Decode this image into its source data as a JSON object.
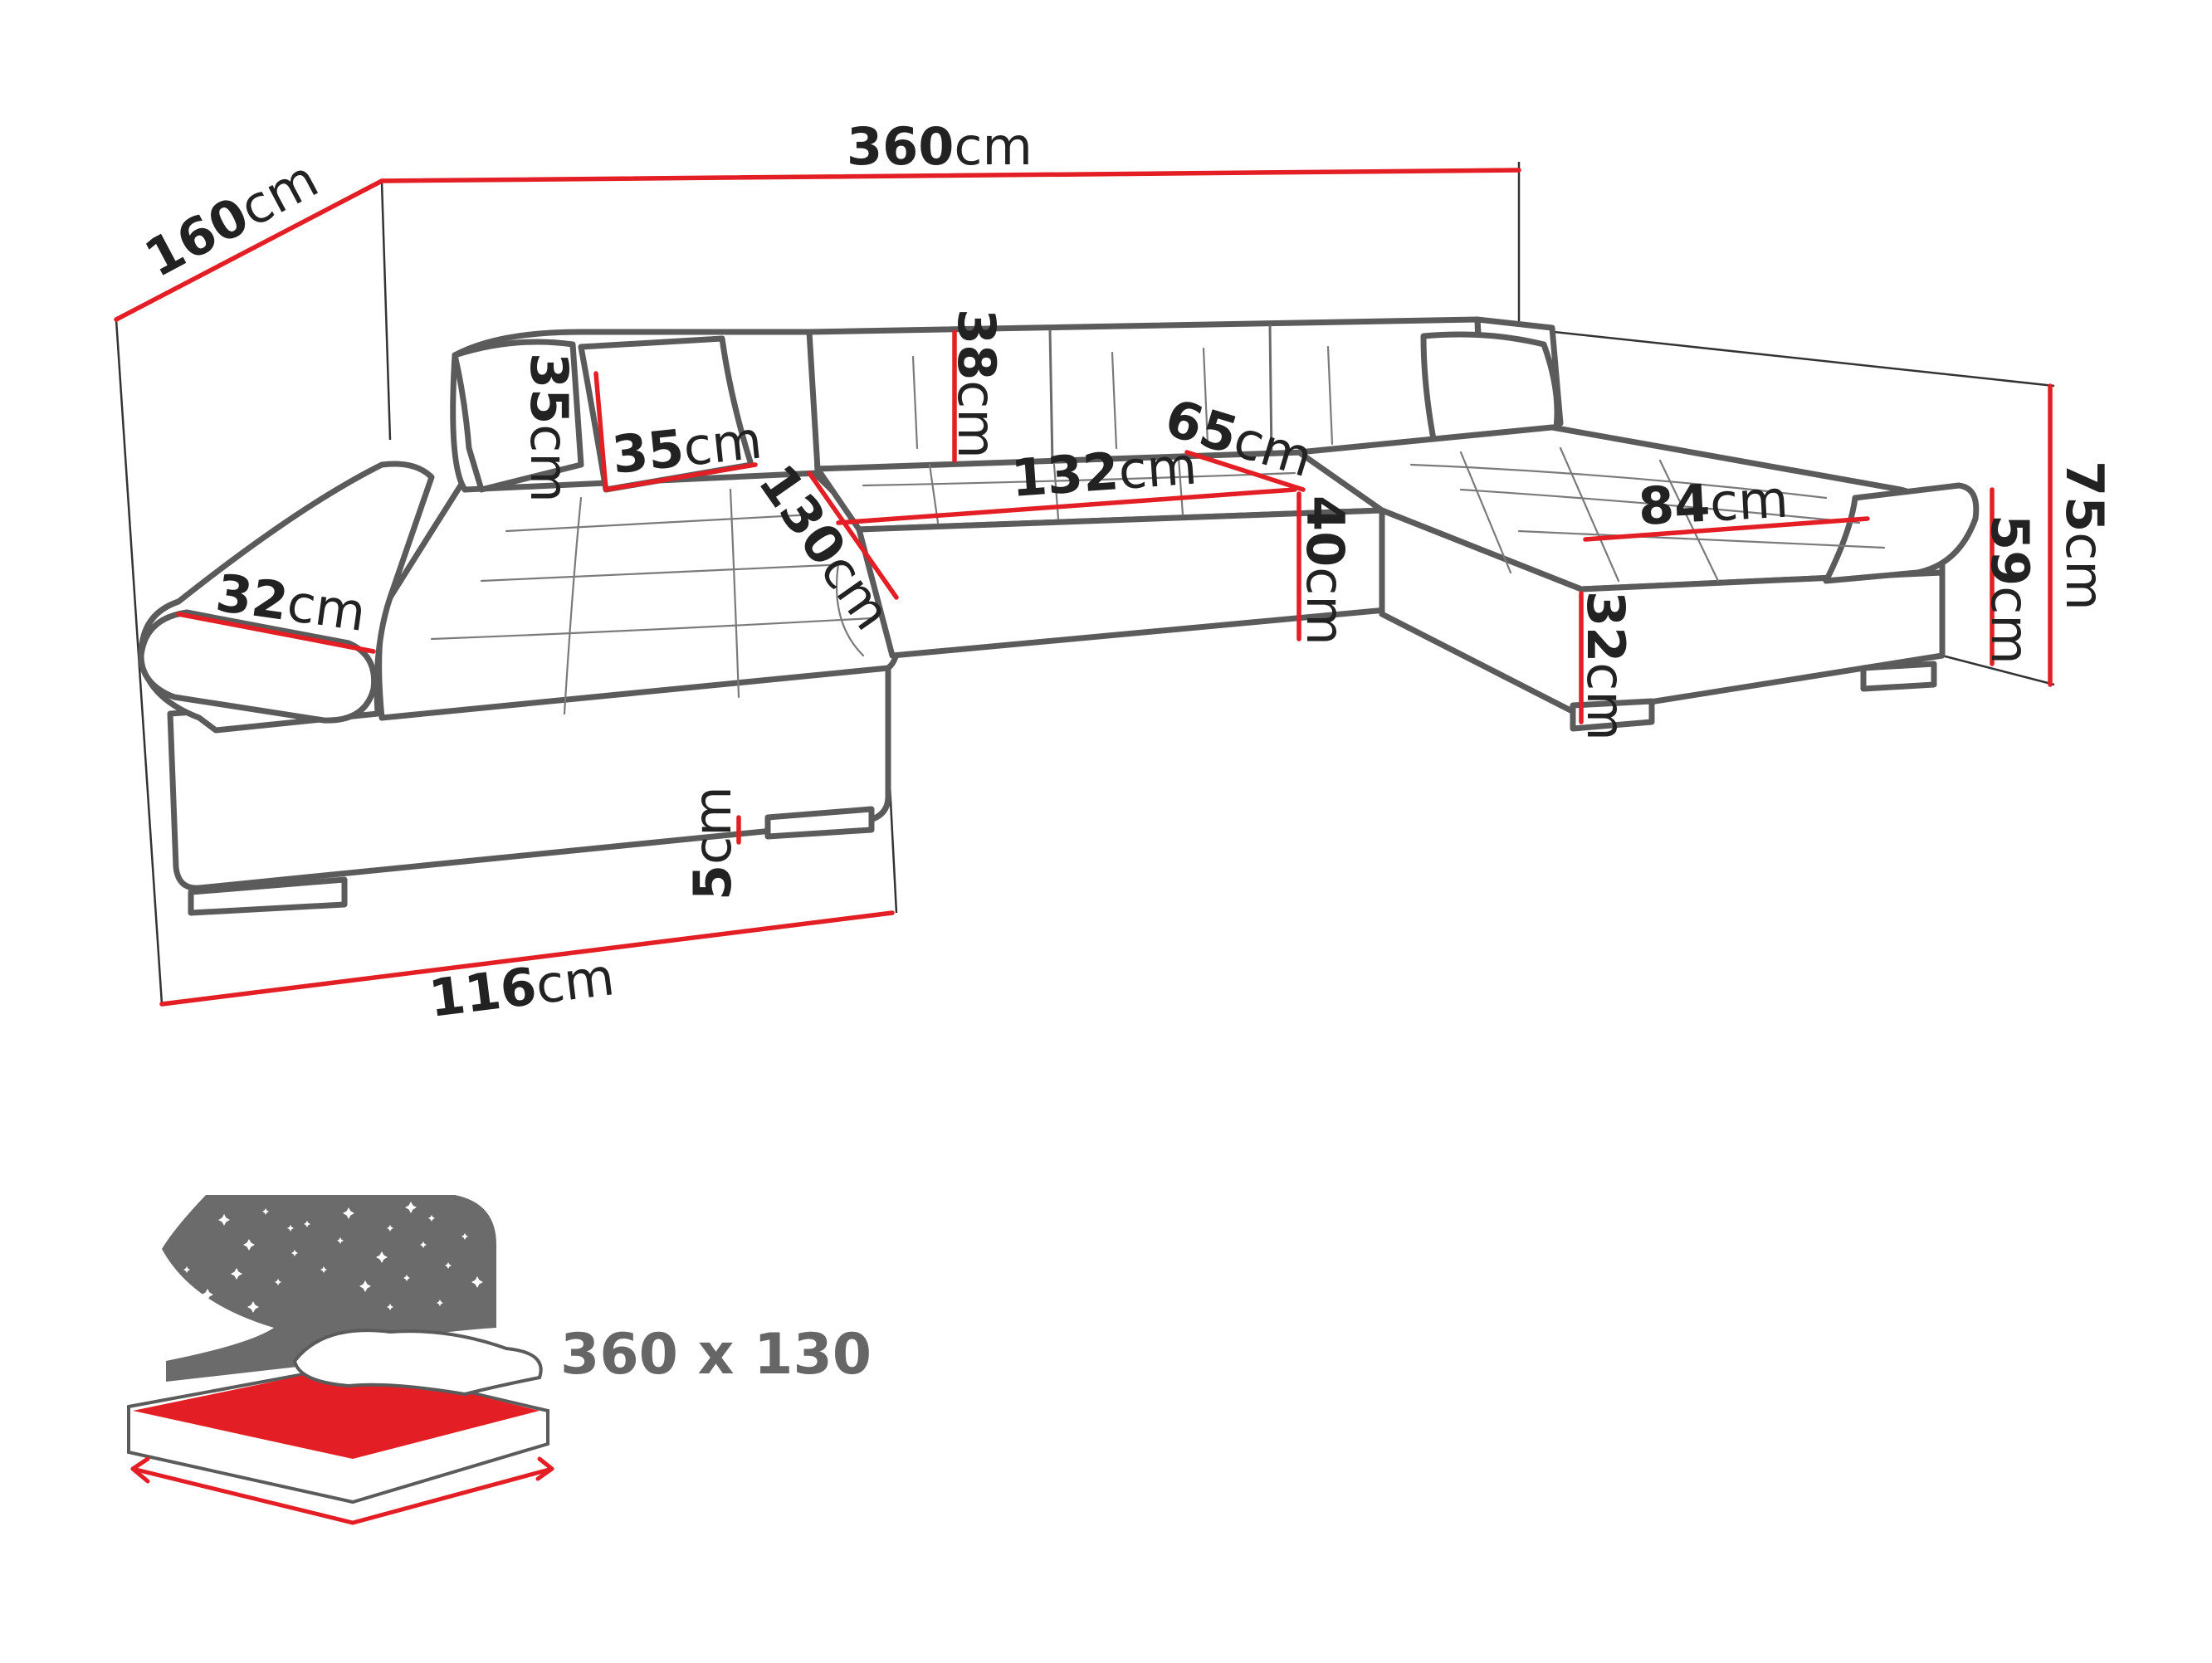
{
  "colors": {
    "dimension_line": "#e31e24",
    "outline": "#5b5b5b",
    "label_text": "#222222",
    "bed_panel": "#6b6b6b",
    "bed_mattress": "#e31e24",
    "bed_text": "#666666"
  },
  "dimensions": {
    "width": {
      "value": "360",
      "unit": "cm"
    },
    "depth": {
      "value": "160",
      "unit": "cm"
    },
    "left_length": {
      "value": "116",
      "unit": "cm"
    },
    "total_height": {
      "value": "75",
      "unit": "cm"
    },
    "chaise_height": {
      "value": "59",
      "unit": "cm"
    },
    "backrest_height": {
      "value": "38",
      "unit": "cm"
    },
    "cushion_height": {
      "value": "35",
      "unit": "cm"
    },
    "cushion_width": {
      "value": "35",
      "unit": "cm"
    },
    "seat_depth_left": {
      "value": "130",
      "unit": "cm"
    },
    "seat_width_mid": {
      "value": "132",
      "unit": "cm"
    },
    "seat_depth_mid": {
      "value": "65",
      "unit": "cm"
    },
    "seat_height": {
      "value": "40",
      "unit": "cm"
    },
    "chaise_width": {
      "value": "84",
      "unit": "cm"
    },
    "armrest_width": {
      "value": "32",
      "unit": "cm"
    },
    "base_height": {
      "value": "32",
      "unit": "cm"
    },
    "leg_height": {
      "value": "5",
      "unit": "cm"
    }
  },
  "bed": {
    "size_label": "360 x 130",
    "icon": "sleeping-function-icon"
  }
}
